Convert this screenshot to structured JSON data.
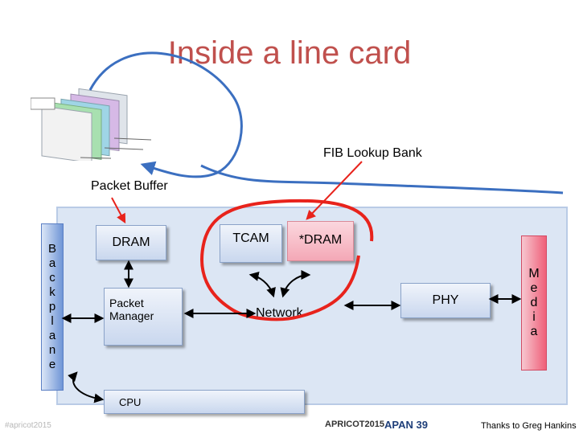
{
  "title": "Inside a line card",
  "labels": {
    "fib_lookup_bank": "FIB Lookup Bank",
    "packet_buffer": "Packet Buffer"
  },
  "components": {
    "backplane": [
      "B",
      "a",
      "c",
      "k",
      "p",
      "l",
      "a",
      "n",
      "e"
    ],
    "dram": "DRAM",
    "packet_manager": "Packet Manager",
    "tcam": "TCAM",
    "star_dram": "*DRAM",
    "network": "Network",
    "phy": "PHY",
    "media": [
      "M",
      "e",
      "d",
      "i",
      "a"
    ],
    "cpu": "CPU"
  },
  "footer": {
    "left_watermark": "#apricot2015",
    "apricot": "APRICOT2015",
    "apan": "APAN 39",
    "thanks": "Thanks to Greg Hankins"
  },
  "colors": {
    "title": "#c0504d",
    "highlight": "#e8231c",
    "arrow": "#000000",
    "board": "#dce6f4",
    "media": "#ef5f78"
  }
}
